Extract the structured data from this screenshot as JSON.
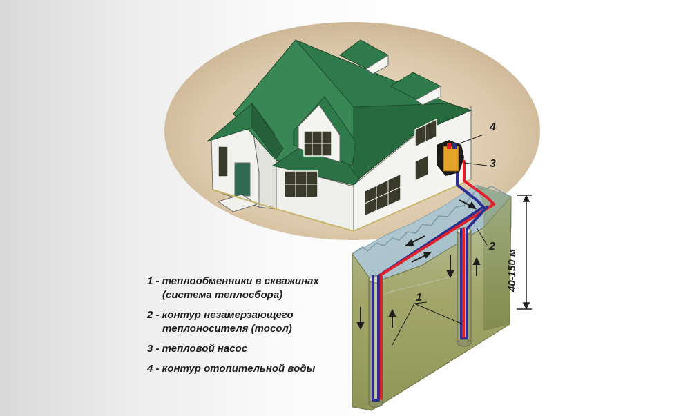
{
  "legend": [
    {
      "num": "1",
      "line1": "1 - теплообменники в скважинах",
      "line2": "(система теплосбора)"
    },
    {
      "num": "2",
      "line1": "2 - контур незамерзающего",
      "line2": "теплоносителя (тосол)"
    },
    {
      "num": "3",
      "line1": "3 - тепловой насос",
      "line2": ""
    },
    {
      "num": "4",
      "line1": "4 - контур отопительной воды",
      "line2": ""
    }
  ],
  "callouts": {
    "c1": "1",
    "c2": "2",
    "c3": "3",
    "c4": "4"
  },
  "depth_label": "40-150 м",
  "colors": {
    "roof": "#2f7a4a",
    "wall": "#f5f5f2",
    "ground_oval": "#d9c3a5",
    "soil_front": "#9ea56a",
    "soil_side": "#7f8a4c",
    "soil_top": "#a9c2cc",
    "hot_pipe": "#e0202a",
    "cold_pipe": "#2c2f8e",
    "pump": "#e3a22a"
  },
  "icons": [
    "house-illustration",
    "borehole-icon",
    "heat-pump-icon",
    "flow-arrow-icon"
  ]
}
